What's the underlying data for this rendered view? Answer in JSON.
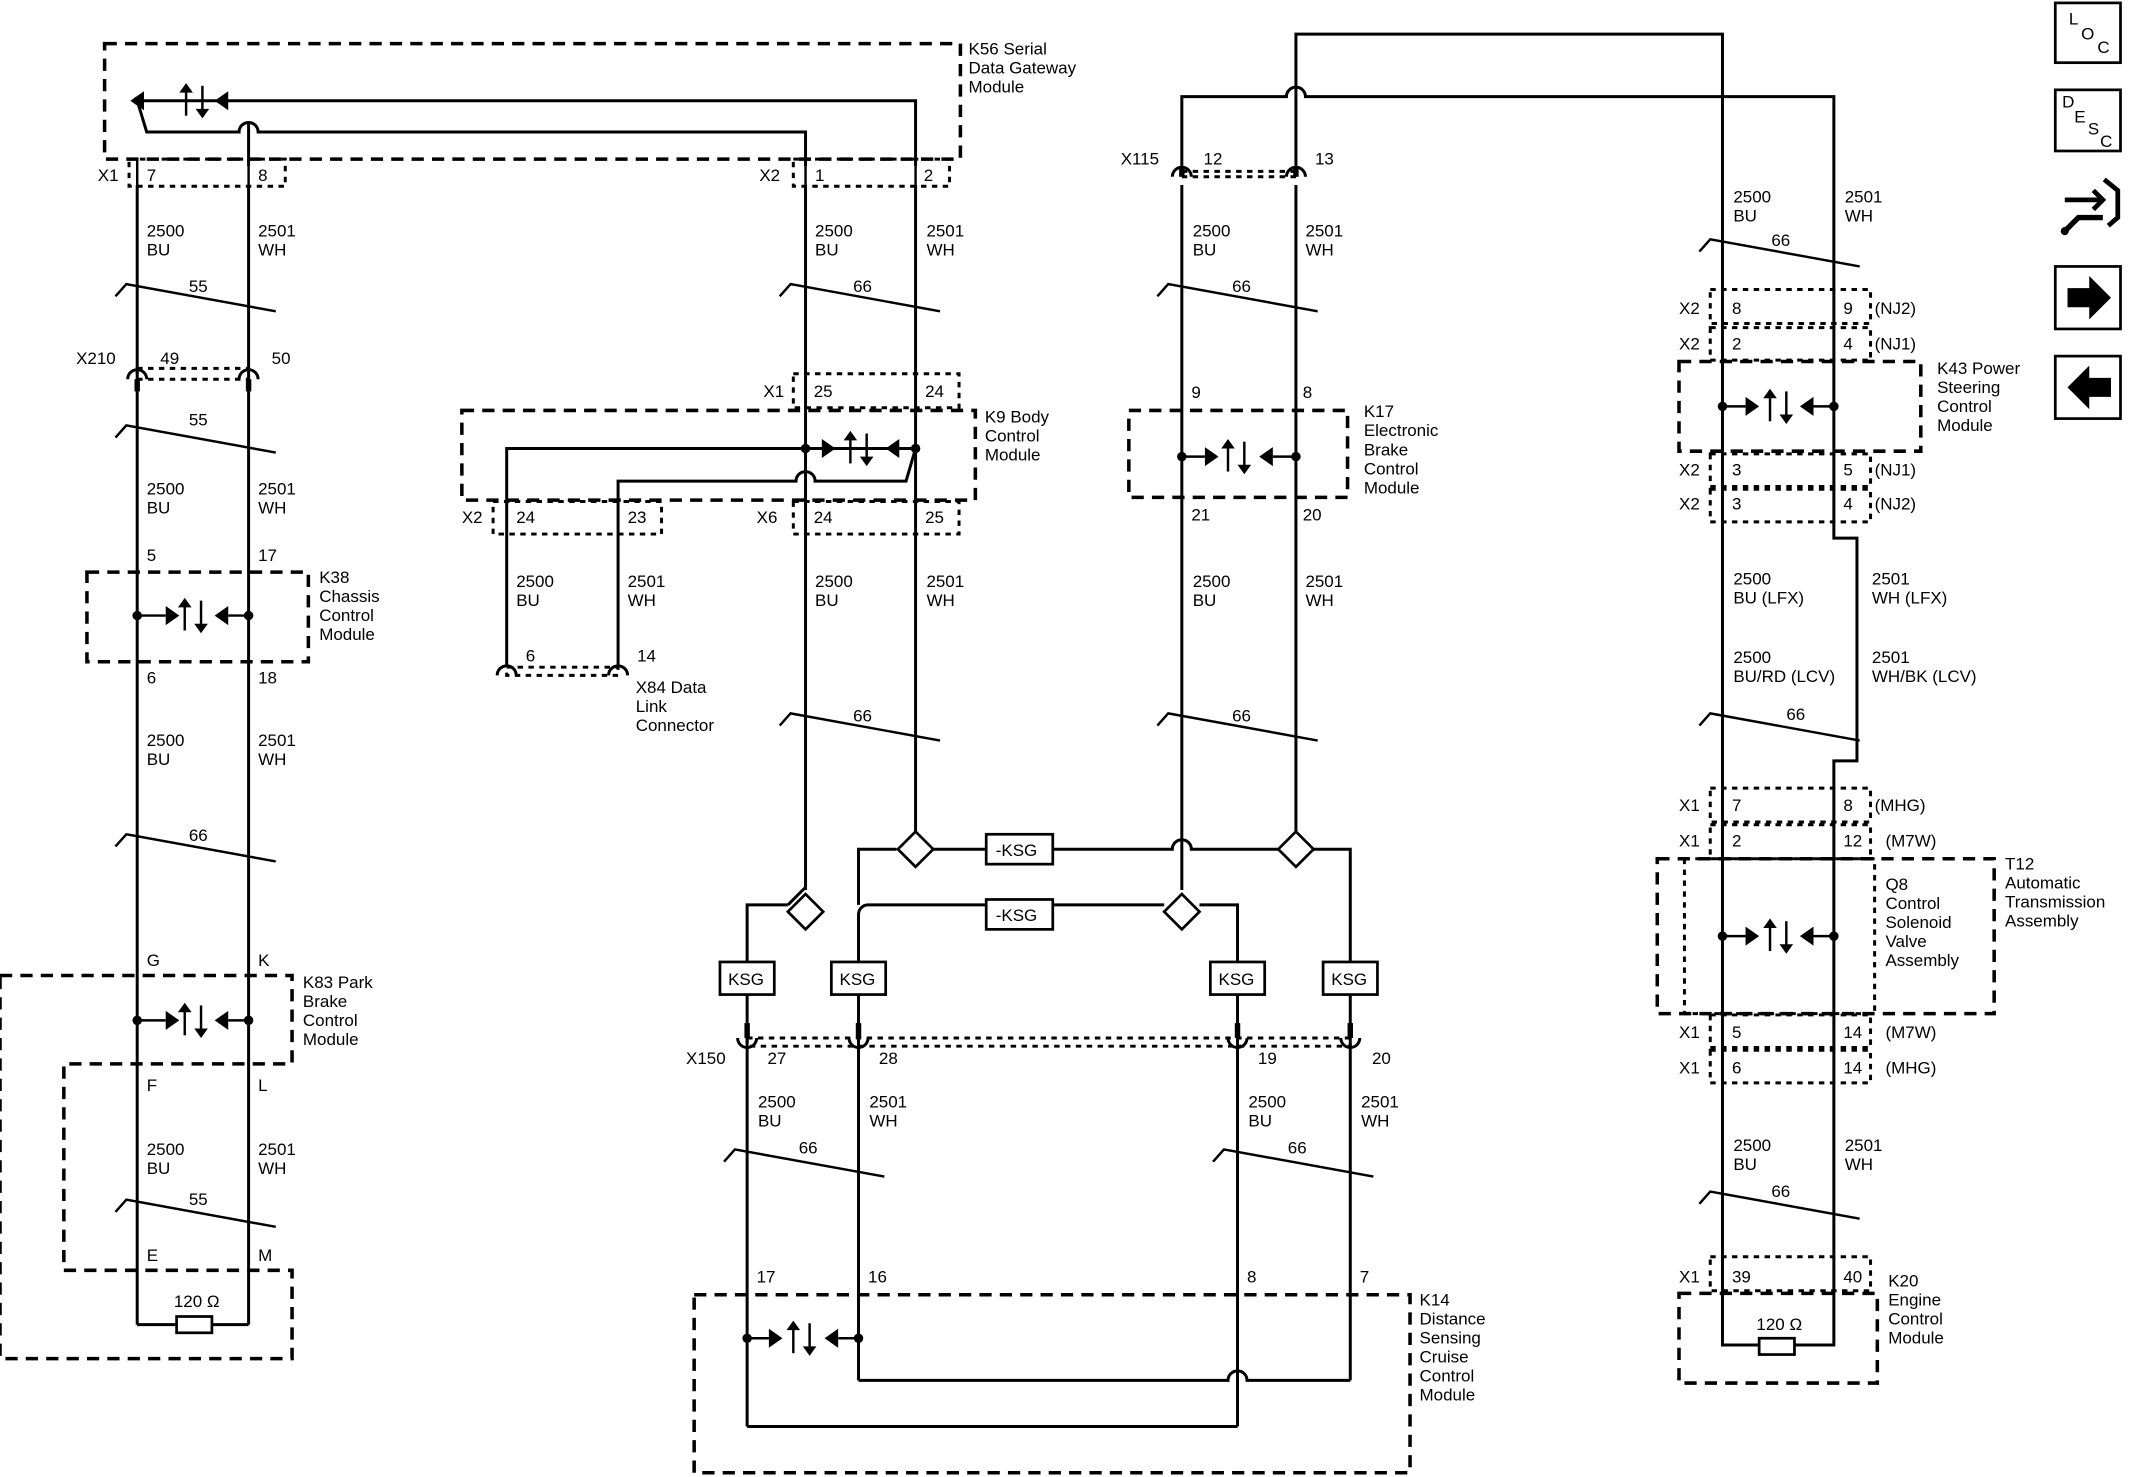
{
  "wires": {
    "bu": "2500 BU",
    "wh": "2501 WH",
    "bu_lfx": "2500 BU (LFX)",
    "wh_lfx": "2501 WH (LFX)",
    "bu_lcv": "2500 BU/RD (LCV)",
    "wh_lcv": "2501 WH/BK (LCV)"
  },
  "twist": {
    "t55": "55",
    "t66": "66"
  },
  "resistor": "120 Ω",
  "splice": "KSG",
  "no_splice": "-KSG",
  "modules": {
    "k56": "K56 Serial Data Gateway Module",
    "k9": "K9 Body Control Module",
    "k38": "K38 Chassis Control Module",
    "k83": "K83 Park Brake Control Module",
    "k17": "K17 Electronic Brake Control Module",
    "k43": "K43 Power Steering Control Module",
    "t12": "T12 Automatic Transmission Assembly",
    "q8": "Q8 Control Solenoid Valve Assembly",
    "k14": "K14 Distance Sensing Cruise Control Module",
    "k20": "K20 Engine Control Module",
    "x84": "X84 Data Link Connector"
  },
  "connectors": {
    "x1": "X1",
    "x2": "X2",
    "x6": "X6",
    "x210": "X210",
    "x115": "X115",
    "x150": "X150",
    "nj1": "(NJ1)",
    "nj2": "(NJ2)",
    "mhg": "(MHG)",
    "m7w": "(M7W)"
  },
  "pins": {
    "k56_7": "7",
    "k56_8": "8",
    "k56_1": "1",
    "k56_2": "2",
    "x210_49": "49",
    "x210_50": "50",
    "k38_5": "5",
    "k38_17": "17",
    "k38_6": "6",
    "k38_18": "18",
    "k83_g": "G",
    "k83_k": "K",
    "k83_f": "F",
    "k83_l": "L",
    "k83_e": "E",
    "k83_m": "M",
    "k9_25": "25",
    "k9_24": "24",
    "k9_x2_24": "24",
    "k9_x2_23": "23",
    "k9_x6_24": "24",
    "k9_x6_25": "25",
    "x84_6": "6",
    "x84_14": "14",
    "x115_12": "12",
    "x115_13": "13",
    "k17_9": "9",
    "k17_8": "8",
    "k17_21": "21",
    "k17_20": "20",
    "x150_27": "27",
    "x150_28": "28",
    "x150_19": "19",
    "x150_20": "20",
    "k14_17": "17",
    "k14_16": "16",
    "k14_8": "8",
    "k14_7": "7",
    "k43_a8": "8",
    "k43_a9": "9",
    "k43_b2": "2",
    "k43_b4": "4",
    "k43_c3": "3",
    "k43_c5": "5",
    "k43_d3": "3",
    "k43_d4": "4",
    "t12_a7": "7",
    "t12_a8": "8",
    "t12_b2": "2",
    "t12_b12": "12",
    "t12_c5": "5",
    "t12_c14": "14",
    "t12_d6": "6",
    "t12_d14": "14",
    "k20_39": "39",
    "k20_40": "40"
  },
  "nav": {
    "loc": "LOC",
    "desc": "DESC"
  }
}
